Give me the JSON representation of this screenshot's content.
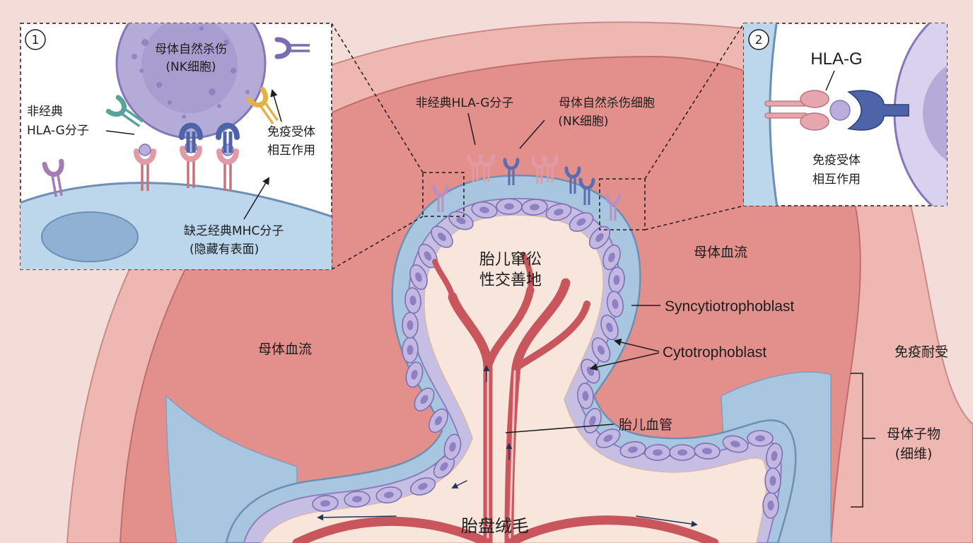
{
  "colors": {
    "background": "#f4dcd8",
    "maternal_blood": "#e38f8c",
    "trophoblast_blue": "#a8c6e0",
    "cell_purple": "#b9aedb",
    "fetal_core": "#f8e6dc",
    "vessel_red": "#c9565c",
    "nk_cell": "#b5abd8"
  },
  "labels": {
    "fetal_stroma_line1": "胎儿窜彸",
    "fetal_stroma_line2": "性交善地",
    "maternal_blood_right": "母体血流",
    "maternal_blood_left": "母体血流",
    "syncytiotrophoblast": "Syncytiotrophoblast",
    "cytotrophoblast": "Cytotrophoblast",
    "fetal_vessel": "胎儿血管",
    "placental_villus": "胎盘绒毛",
    "immune_tolerance": "免疫耐受",
    "maternal_tissue_line1": "母体子物",
    "maternal_tissue_line2": "(细维)",
    "nonclassical_hla_top": "非经典HLA-G分子",
    "nk_cell_top_line1": "母体自然杀伤细胞",
    "nk_cell_top_line2": "(NK细胞)"
  },
  "inset1": {
    "number": "1",
    "nk_line1": "母体自然杀伤",
    "nk_line2": "(NK细胞)",
    "hla_line1": "非经典",
    "hla_line2": "HLA-G分子",
    "immune_line1": "免疫受体",
    "immune_line2": "相互作用",
    "mhc_line1": "缺乏经典MHC分子",
    "mhc_line2": "(隐藏有表面)"
  },
  "inset2": {
    "number": "2",
    "hla_g": "HLA-G",
    "immune_line1": "免疫受体",
    "immune_line2": "相互作用"
  }
}
